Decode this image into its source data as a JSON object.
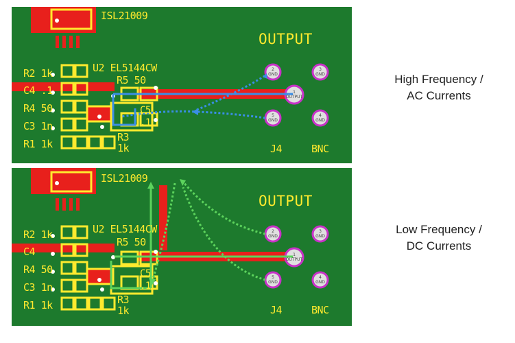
{
  "panels": [
    {
      "labels": {
        "ic": "ISL21009",
        "u2": "U2 EL5144CW",
        "r2": "R2 1k",
        "c4": "C4 .1",
        "r4": "R4 50",
        "c3": "C3 1n",
        "r1": "R1 1k",
        "r5": "R5 50",
        "c5": "C5",
        "c5v": ".1",
        "r3": "R3",
        "r3v": "1k",
        "output": "OUTPUT",
        "j4": "J4",
        "bnc": "BNC"
      },
      "pins": [
        {
          "num": "2",
          "name": "GND"
        },
        {
          "num": "3",
          "name": "GND"
        },
        {
          "num": "1",
          "name": "OUTPUT"
        },
        {
          "num": "5",
          "name": "GND"
        },
        {
          "num": "4",
          "name": "GND"
        }
      ],
      "current_path_color": "#3a8ee6"
    },
    {
      "labels": {
        "ic": "ISL21009",
        "u2": "U2 EL5144CW",
        "r2": "R2 1k",
        "c4": "C4",
        "r4": "R4 50",
        "c3": "C3 1n",
        "r1": "R1 1k",
        "r5": "R5 50",
        "c5": "C5",
        "c5v": ".1",
        "r3": "R3",
        "r3v": "1k",
        "output": "OUTPUT",
        "j4": "J4",
        "bnc": "BNC"
      },
      "pins": [
        {
          "num": "2",
          "name": "GND"
        },
        {
          "num": "3",
          "name": "GND"
        },
        {
          "num": "1",
          "name": "OUTPUT"
        },
        {
          "num": "5",
          "name": "GND"
        },
        {
          "num": "4",
          "name": "GND"
        }
      ],
      "current_path_color": "#5cd35c"
    }
  ],
  "captions": {
    "top": [
      "High Frequency /",
      "AC Currents"
    ],
    "bottom": [
      "Low Frequency /",
      "DC Currents"
    ]
  },
  "colors": {
    "board": "#1d7a2d",
    "silkscreen": "#ffea2e",
    "copper": "#e8201c",
    "connector_ring": "#c832c8"
  }
}
